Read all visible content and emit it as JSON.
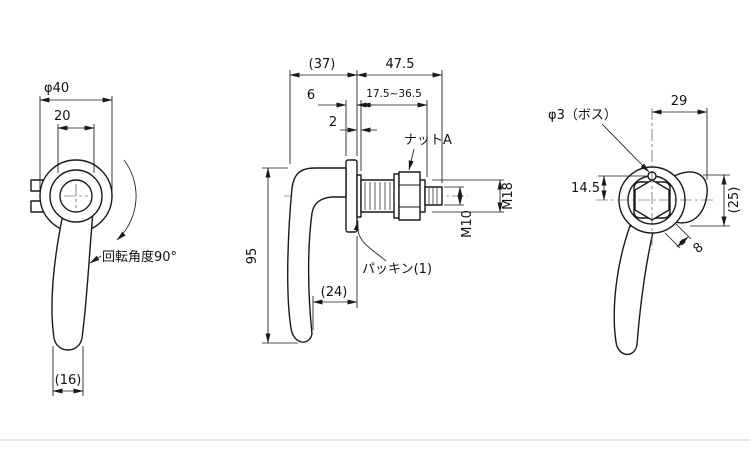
{
  "drawing": {
    "line_color": "#1a1a1a",
    "background": "#ffffff",
    "front_view": {
      "dia_label": "φ40",
      "hub_width": "20",
      "rotation_label": "回転角度90°",
      "tip_width": "(16)"
    },
    "side_view": {
      "offset_label": "(37)",
      "stem_length": "47.5",
      "flange_thickness": "6",
      "clamp_range": "17.5~36.5",
      "packing_thickness": "2",
      "nut_label": "ナットA",
      "thread_main": "M18",
      "thread_tip": "M10",
      "packing_label": "パッキン(1)",
      "handle_length": "95",
      "tip_offset": "(24)"
    },
    "rear_view": {
      "boss_label": "φ3（ボス）",
      "arm_reach": "29",
      "boss_offset": "14.5",
      "arm_height": "(25)",
      "arm_thickness": "8"
    }
  }
}
